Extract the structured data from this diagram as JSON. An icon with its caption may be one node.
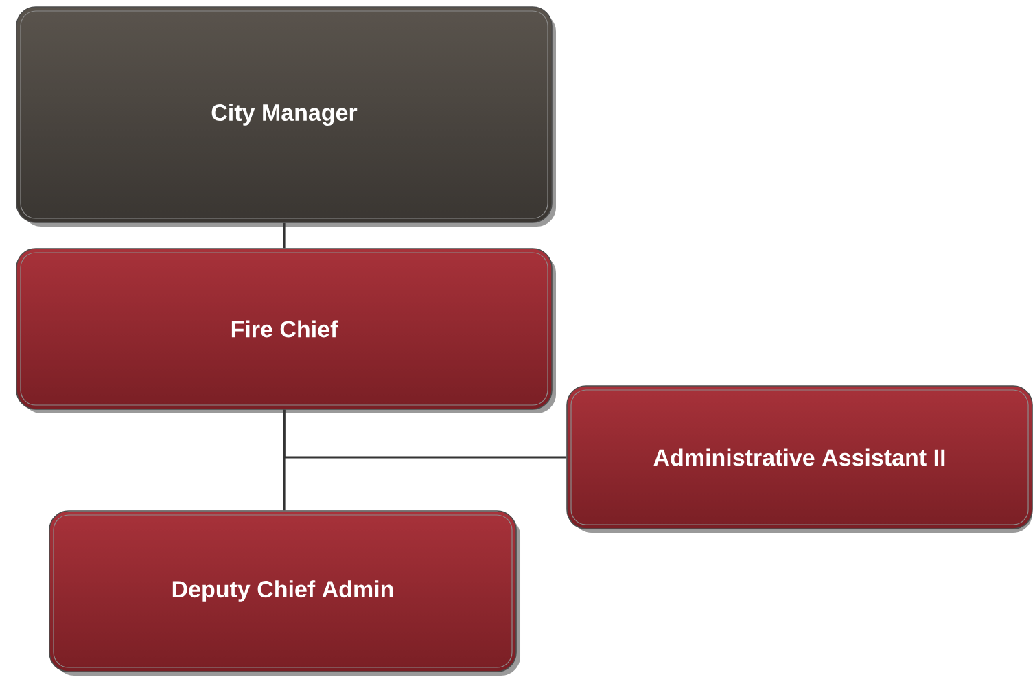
{
  "diagram": {
    "nodes": [
      {
        "text": [
          "City Manager"
        ]
      },
      {
        "text": [
          "Fire Chief"
        ]
      },
      {
        "text": [
          "Administrative Assistant II"
        ]
      },
      {
        "text": [
          "Deputy Chief Admin"
        ]
      }
    ],
    "edges": [
      {
        "from": 0,
        "to": 1,
        "arrow": "none"
      },
      {
        "from": 1,
        "to": 2,
        "arrow": "none"
      },
      {
        "from": 1,
        "to": 3,
        "arrow": "none"
      }
    ]
  }
}
